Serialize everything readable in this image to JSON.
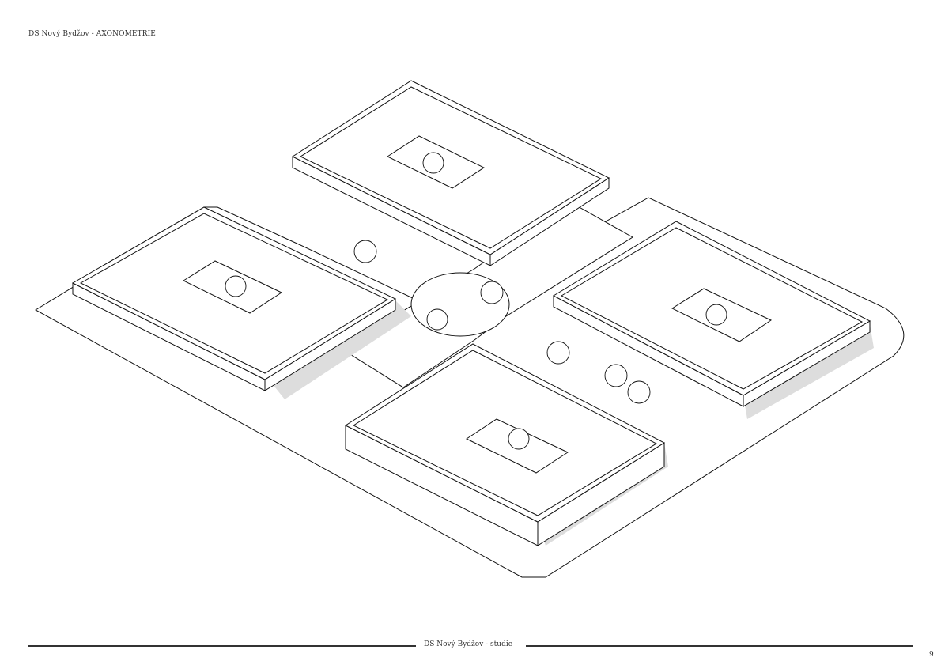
{
  "header": {
    "title": "DS Nový Bydžov - AXONOMETRIE"
  },
  "footer": {
    "title": "DS Nový Bydžov - studie",
    "page_number": "9"
  }
}
